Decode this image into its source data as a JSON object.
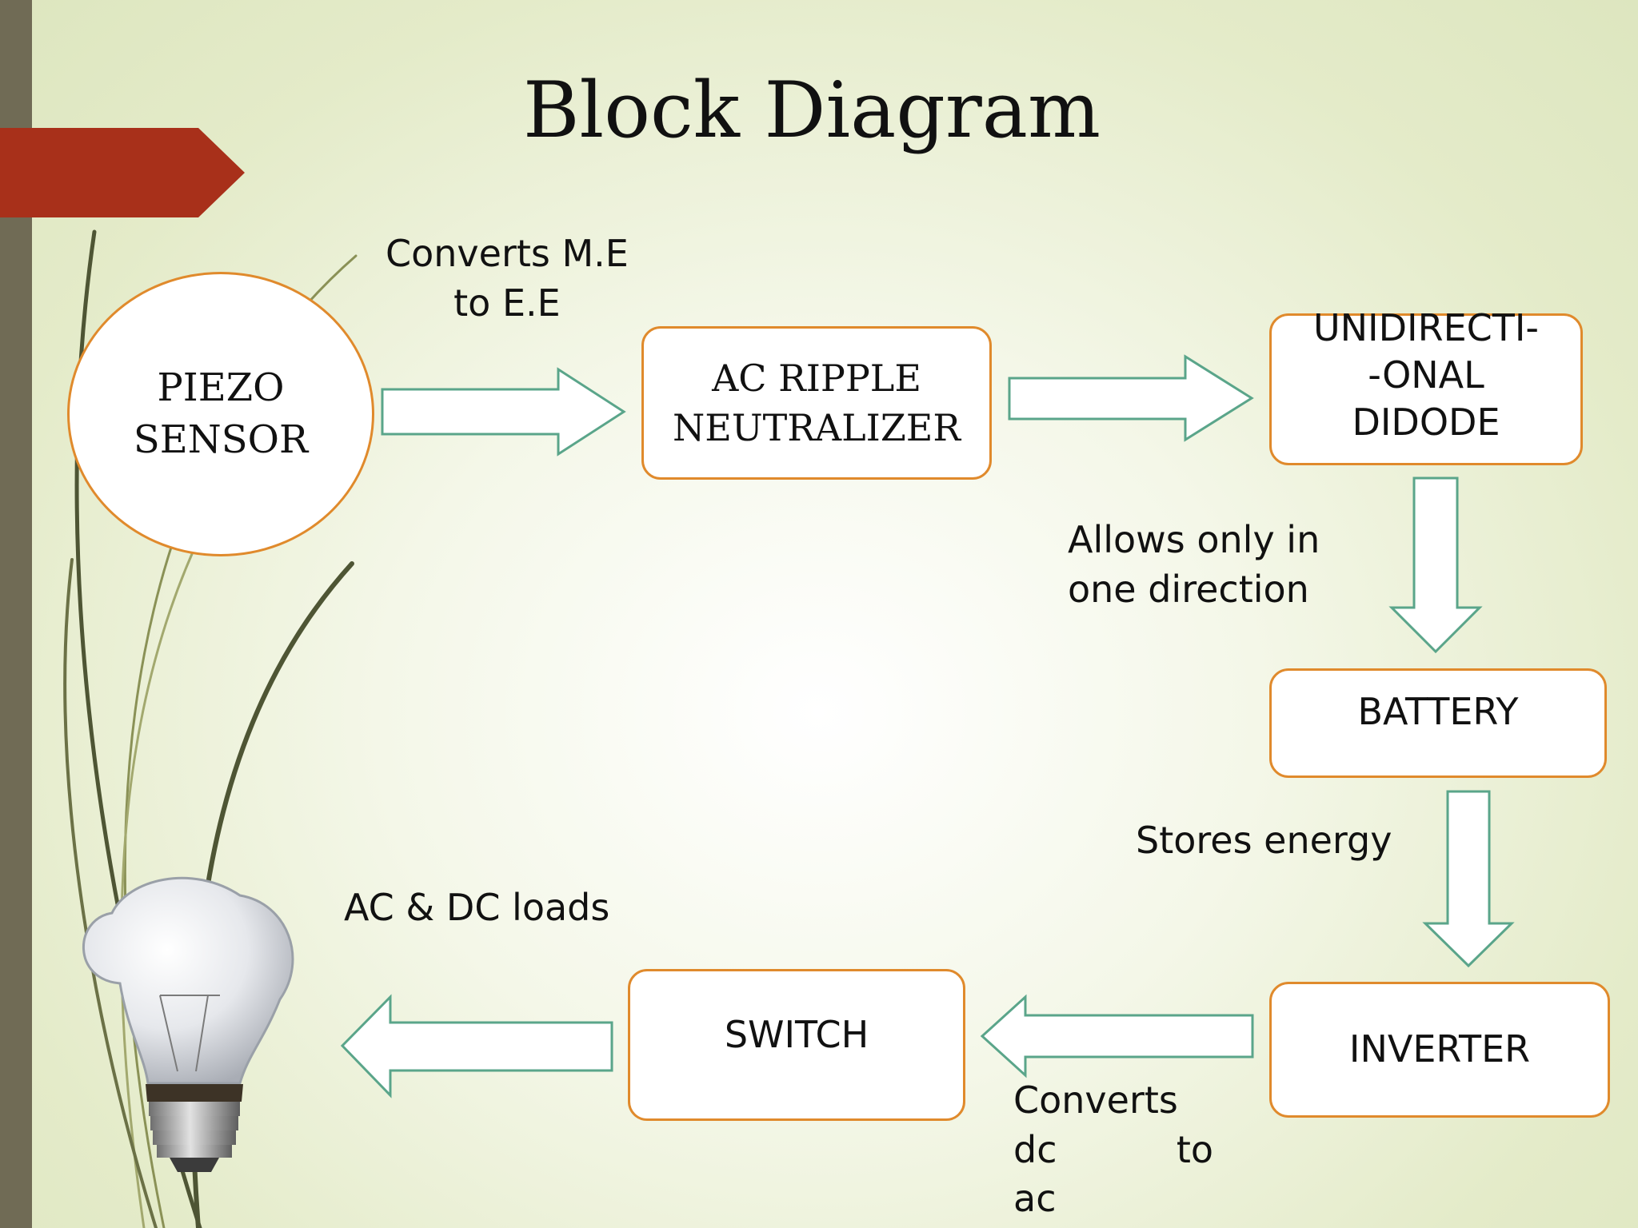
{
  "slide": {
    "title": "Block Diagram",
    "colors": {
      "accent": "#a8301a",
      "box_border": "#e08a2c",
      "arrow_stroke": "#5aa58a",
      "left_bar": "#706b55"
    }
  },
  "blocks": {
    "piezo": {
      "line1": "PIEZO",
      "line2": "SENSOR"
    },
    "ac_ripple": {
      "line1": "AC RIPPLE",
      "line2": "NEUTRALIZER"
    },
    "diode": {
      "line1": "UNIDIRECTI-",
      "line2": "-ONAL",
      "line3": "DIDODE"
    },
    "battery": {
      "label": "BATTERY"
    },
    "inverter": {
      "label": "INVERTER"
    },
    "switch": {
      "label": "SWITCH"
    }
  },
  "annotations": {
    "converts_me": {
      "line1": "Converts M.E",
      "line2": "to E.E"
    },
    "allows": {
      "line1": "Allows only in",
      "line2": "one direction"
    },
    "stores": "Stores energy",
    "loads": "AC & DC loads",
    "converts_dc": {
      "line1": "Converts",
      "line2a": "dc",
      "line2b": "to",
      "line3": "ac"
    }
  },
  "icons": {
    "bulb": "light-bulb-icon"
  }
}
